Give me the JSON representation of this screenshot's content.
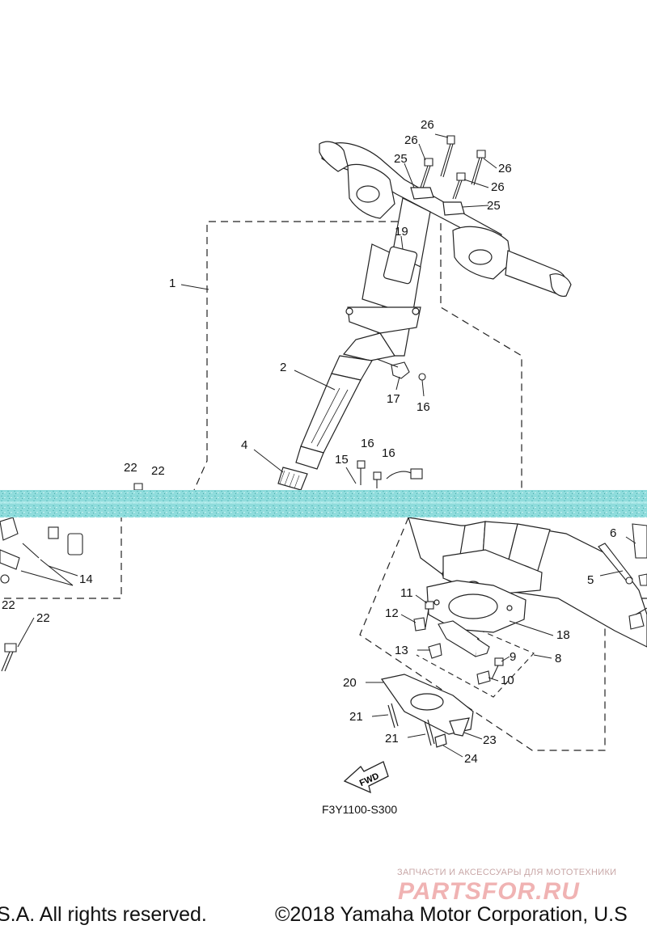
{
  "diagram": {
    "drawing_code": "F3Y1100-S300",
    "fwd_label": "FWD",
    "callouts": [
      {
        "id": "c26a",
        "label": "26"
      },
      {
        "id": "c26b",
        "label": "26"
      },
      {
        "id": "c26c",
        "label": "26"
      },
      {
        "id": "c26d",
        "label": "26"
      },
      {
        "id": "c25a",
        "label": "25"
      },
      {
        "id": "c25b",
        "label": "25"
      },
      {
        "id": "c19",
        "label": "19"
      },
      {
        "id": "c1",
        "label": "1"
      },
      {
        "id": "c2",
        "label": "2"
      },
      {
        "id": "c17",
        "label": "17"
      },
      {
        "id": "c16a",
        "label": "16"
      },
      {
        "id": "c16b",
        "label": "16"
      },
      {
        "id": "c16c",
        "label": "16"
      },
      {
        "id": "c15",
        "label": "15"
      },
      {
        "id": "c4",
        "label": "4"
      },
      {
        "id": "c22a",
        "label": "22"
      },
      {
        "id": "c22b",
        "label": "22"
      },
      {
        "id": "c22c",
        "label": "22"
      },
      {
        "id": "c22d",
        "label": "22"
      },
      {
        "id": "c14",
        "label": "14"
      },
      {
        "id": "c6",
        "label": "6"
      },
      {
        "id": "c5",
        "label": "5"
      },
      {
        "id": "c11",
        "label": "11"
      },
      {
        "id": "c12",
        "label": "12"
      },
      {
        "id": "c18",
        "label": "18"
      },
      {
        "id": "c13",
        "label": "13"
      },
      {
        "id": "c9",
        "label": "9"
      },
      {
        "id": "c8",
        "label": "8"
      },
      {
        "id": "c10",
        "label": "10"
      },
      {
        "id": "c20",
        "label": "20"
      },
      {
        "id": "c21a",
        "label": "21"
      },
      {
        "id": "c21b",
        "label": "21"
      },
      {
        "id": "c23",
        "label": "23"
      },
      {
        "id": "c24",
        "label": "24"
      }
    ]
  },
  "watermark": {
    "tagline": "ЗАПЧАСТИ И АКСЕССУАРЫ ДЛЯ МОТОТЕХНИКИ",
    "logo": "PARTSFOR.RU"
  },
  "footer": {
    "copyright_left": "S.A. All rights reserved.",
    "copyright_right": "©2018 Yamaha Motor Corporation, U.S"
  },
  "colors": {
    "line": "#222222",
    "band": "#7fd6d6",
    "watermark": "#f0b3b3"
  }
}
